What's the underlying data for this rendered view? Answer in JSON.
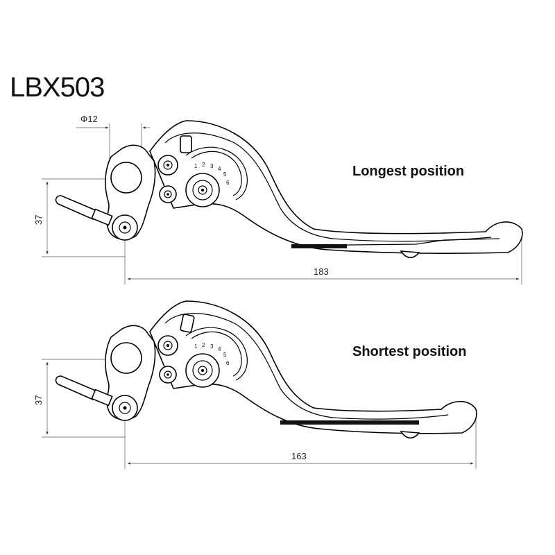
{
  "title": "LBX503",
  "diagrams": [
    {
      "label": "Longest position",
      "length": "183",
      "height": "37",
      "diameter": "Φ12",
      "scale": [
        "1",
        "2",
        "3",
        "4",
        "5",
        "6"
      ]
    },
    {
      "label": "Shortest position",
      "length": "163",
      "height": "37",
      "scale": [
        "1",
        "2",
        "3",
        "4",
        "5",
        "6"
      ]
    }
  ],
  "colors": {
    "line": "#000000",
    "dimension": "#555555",
    "text": "#111111"
  }
}
